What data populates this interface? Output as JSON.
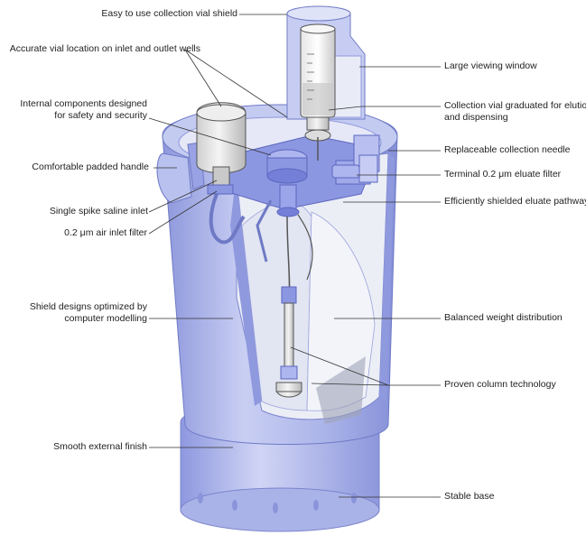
{
  "diagram": {
    "labels_left": [
      {
        "id": "vial-shield",
        "lines": [
          "Easy to use collection vial shield"
        ]
      },
      {
        "id": "vial-location",
        "lines": [
          "Accurate vial location on inlet and outlet wells"
        ]
      },
      {
        "id": "internal-components",
        "lines": [
          "Internal components designed",
          "for safety and security"
        ]
      },
      {
        "id": "padded-handle",
        "lines": [
          "Comfortable padded handle"
        ]
      },
      {
        "id": "saline-inlet",
        "lines": [
          "Single spike saline inlet"
        ]
      },
      {
        "id": "air-filter",
        "lines": [
          "0.2 μm air inlet filter"
        ]
      },
      {
        "id": "shield-designs",
        "lines": [
          "Shield designs optimized by",
          "computer modelling"
        ]
      },
      {
        "id": "external-finish",
        "lines": [
          "Smooth external finish"
        ]
      }
    ],
    "labels_right": [
      {
        "id": "viewing-window",
        "lines": [
          "Large viewing window"
        ]
      },
      {
        "id": "graduated-vial",
        "lines": [
          "Collection vial graduated for elution",
          "and dispensing"
        ]
      },
      {
        "id": "collection-needle",
        "lines": [
          "Replaceable collection needle"
        ]
      },
      {
        "id": "eluate-filter",
        "lines": [
          "Terminal 0.2 μm eluate filter"
        ]
      },
      {
        "id": "eluate-pathway",
        "lines": [
          "Efficiently shielded eluate pathway"
        ]
      },
      {
        "id": "weight-distribution",
        "lines": [
          "Balanced weight distribution"
        ]
      },
      {
        "id": "column-technology",
        "lines": [
          "Proven column technology"
        ]
      },
      {
        "id": "stable-base",
        "lines": [
          "Stable base"
        ]
      }
    ]
  },
  "colors": {
    "shield_light": "#d9ddf5",
    "shield_mid": "#aab3e8",
    "shield_dark": "#7f8ad6",
    "interior": "#ecedf3",
    "metal": "#d7d7d7",
    "line": "#333333"
  }
}
